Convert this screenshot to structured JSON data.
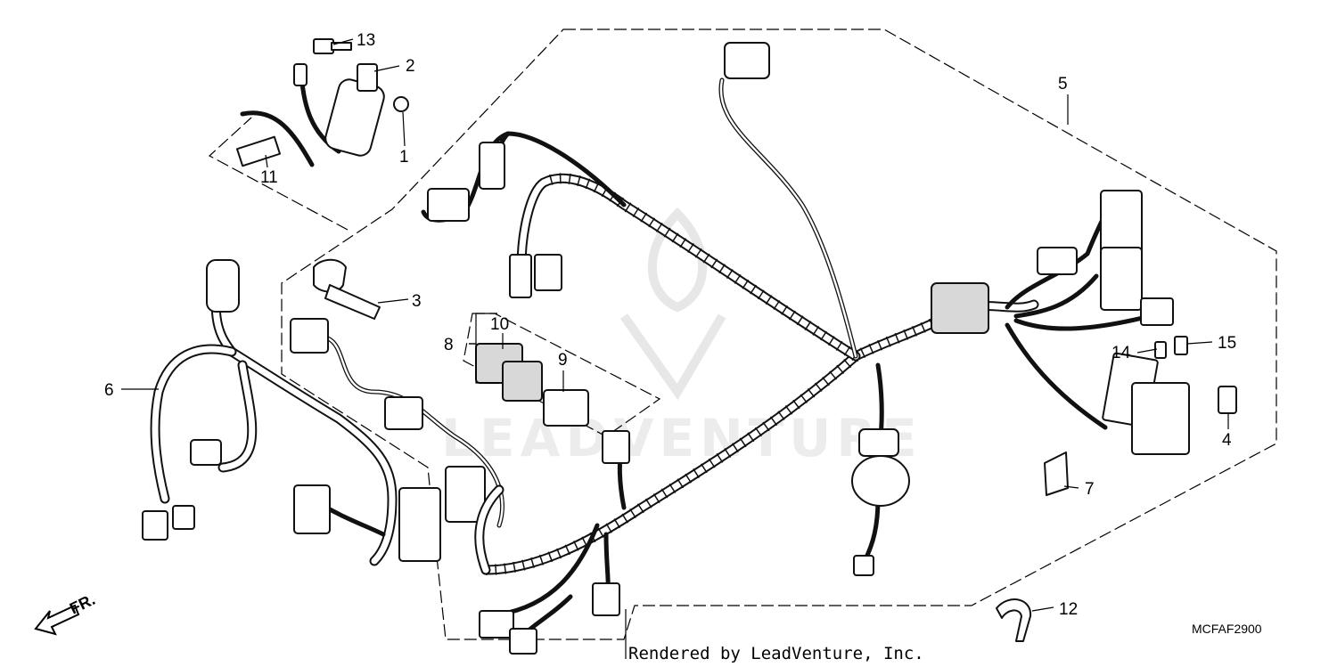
{
  "callouts": {
    "p1": "1",
    "p2": "2",
    "p3": "3",
    "p4": "4",
    "p5": "5",
    "p6": "6",
    "p7": "7",
    "p8": "8",
    "p9": "9",
    "p10": "10",
    "p11": "11",
    "p12": "12",
    "p13": "13",
    "p14": "14",
    "p15": "15"
  },
  "front_marker": "FR.",
  "diagram_code": "MCFAF2900",
  "credit": "Rendered by LeadVenture, Inc.",
  "watermark": "LEADVENTURE"
}
